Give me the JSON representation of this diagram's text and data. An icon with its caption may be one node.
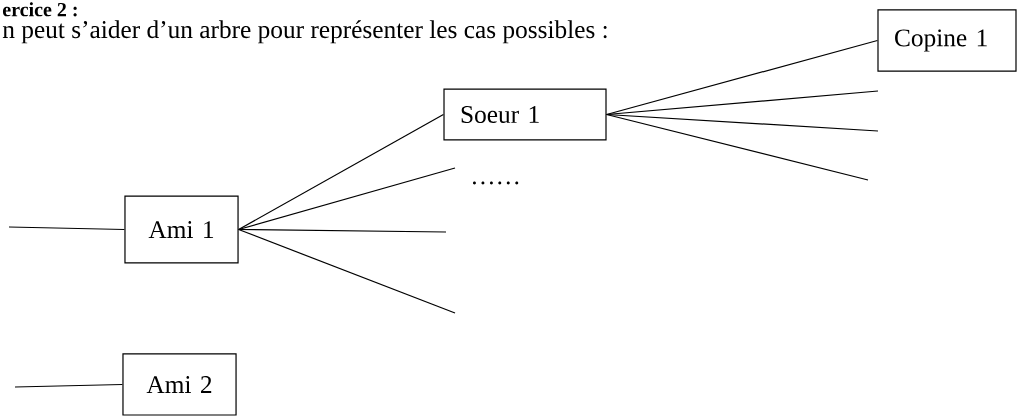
{
  "diagram": {
    "title": "ercice 2 :",
    "nodes": [
      {
        "text": [
          "Ami 1"
        ]
      },
      {
        "text": [
          "Soeur 1"
        ]
      },
      {
        "text": [
          "Copine 1"
        ]
      },
      {
        "text": [
          "Ami 2"
        ]
      }
    ],
    "edges": [
      {
        "from": null,
        "to": 0,
        "arrow": "none"
      },
      {
        "from": 0,
        "to": 1,
        "arrow": "none"
      },
      {
        "from": 0,
        "to": null,
        "arrow": "none"
      },
      {
        "from": 0,
        "to": null,
        "arrow": "none"
      },
      {
        "from": 0,
        "to": null,
        "arrow": "none"
      },
      {
        "from": 1,
        "to": 2,
        "arrow": "none"
      },
      {
        "from": 1,
        "to": null,
        "arrow": "none"
      },
      {
        "from": 1,
        "to": null,
        "arrow": "none"
      },
      {
        "from": 1,
        "to": null,
        "arrow": "none"
      },
      {
        "from": null,
        "to": 3,
        "arrow": "none"
      }
    ],
    "labels": [
      "n peut s’aider d’un arbre pour représenter les cas possibles :",
      "……"
    ]
  }
}
